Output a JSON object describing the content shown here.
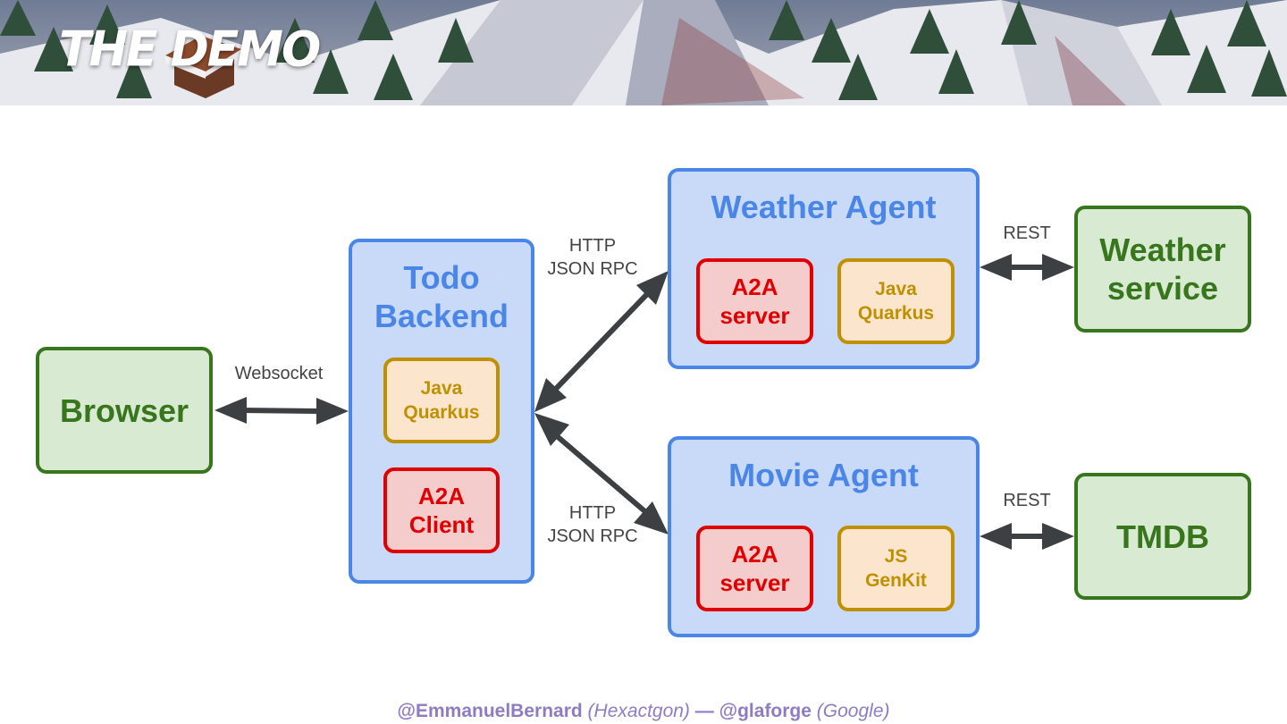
{
  "header": {
    "title": "THE DEMO"
  },
  "nodes": {
    "browser": "Browser",
    "todo_backend": {
      "title_line1": "Todo",
      "title_line2": "Backend",
      "tech_line1": "Java",
      "tech_line2": "Quarkus",
      "client_line1": "A2A",
      "client_line2": "Client"
    },
    "weather_agent": {
      "title": "Weather Agent",
      "server_line1": "A2A",
      "server_line2": "server",
      "tech_line1": "Java",
      "tech_line2": "Quarkus"
    },
    "movie_agent": {
      "title": "Movie Agent",
      "server_line1": "A2A",
      "server_line2": "server",
      "tech_line1": "JS",
      "tech_line2": "GenKit"
    },
    "weather_service": {
      "line1": "Weather",
      "line2": "service"
    },
    "tmdb": "TMDB"
  },
  "edges": {
    "browser_todo": "Websocket",
    "todo_weather": {
      "line1": "HTTP",
      "line2": "JSON RPC"
    },
    "todo_movie": {
      "line1": "HTTP",
      "line2": "JSON RPC"
    },
    "weather_service": "REST",
    "movie_tmdb": "REST"
  },
  "footer": {
    "author1": "@EmmanuelBernard",
    "org1": "(Hexactgon)",
    "separator": "—",
    "author2": "@glaforge",
    "org2": "(Google)"
  },
  "colors": {
    "green_border": "#38761d",
    "green_fill": "#d9ead3",
    "blue_border": "#4a86e8",
    "blue_fill": "#c9daf8",
    "red_border": "#e00000",
    "red_fill": "#f4cccc",
    "yellow_border": "#bf9000",
    "yellow_fill": "#fce5cd",
    "arrow": "#3c4043",
    "footer": "#8e7cc3"
  }
}
